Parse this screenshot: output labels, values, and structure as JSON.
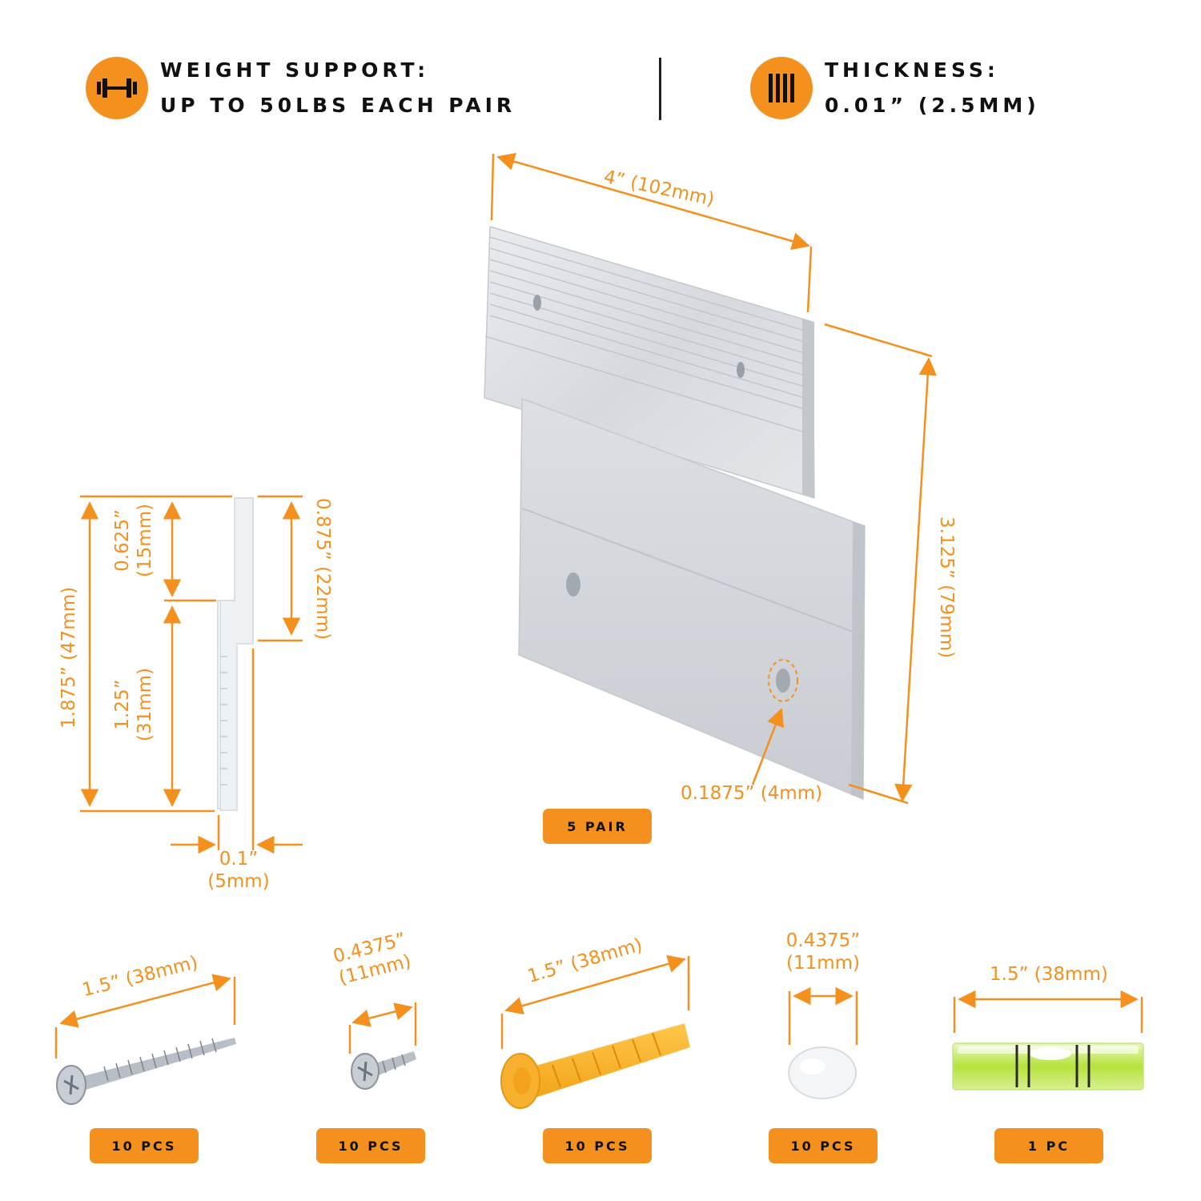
{
  "specs": {
    "weight": {
      "line1": "WEIGHT SUPPORT:",
      "line2": "UP TO 50LBS EACH PAIR",
      "icon": "dumbbell-icon"
    },
    "thickness": {
      "line1": "THICKNESS:",
      "line2": "0.01” (2.5MM)",
      "icon": "thickness-bars-icon"
    }
  },
  "colors": {
    "accent": "#f4901e",
    "text": "#111111",
    "aluminum": "#dde0e4"
  },
  "bracket": {
    "width_label": "4” (102mm)",
    "height_label": "3.125” (79mm)",
    "hole_label": "0.1875” (4mm)",
    "badge": "5 PAIR"
  },
  "profile": {
    "total_label": "1.875” (47mm)",
    "top_label_line1": "0.625”",
    "top_label_line2": "(15mm)",
    "bottom_label_line1": "1.25”",
    "bottom_label_line2": "(31mm)",
    "right_label": "0.875” (22mm)",
    "thickness_line1": "0.1”",
    "thickness_line2": "(5mm)"
  },
  "accessories": [
    {
      "name": "long-screw",
      "dim_line1": "1.5” (38mm)",
      "dim_line2": "",
      "badge": "10 PCS"
    },
    {
      "name": "short-screw",
      "dim_line1": "0.4375”",
      "dim_line2": "(11mm)",
      "badge": "10 PCS"
    },
    {
      "name": "wall-anchor",
      "dim_line1": "1.5” (38mm)",
      "dim_line2": "",
      "badge": "10 PCS"
    },
    {
      "name": "bumper-pad",
      "dim_line1": "0.4375”",
      "dim_line2": "(11mm)",
      "badge": "10 PCS"
    },
    {
      "name": "bubble-level",
      "dim_line1": "1.5” (38mm)",
      "dim_line2": "",
      "badge": "1 PC"
    }
  ]
}
